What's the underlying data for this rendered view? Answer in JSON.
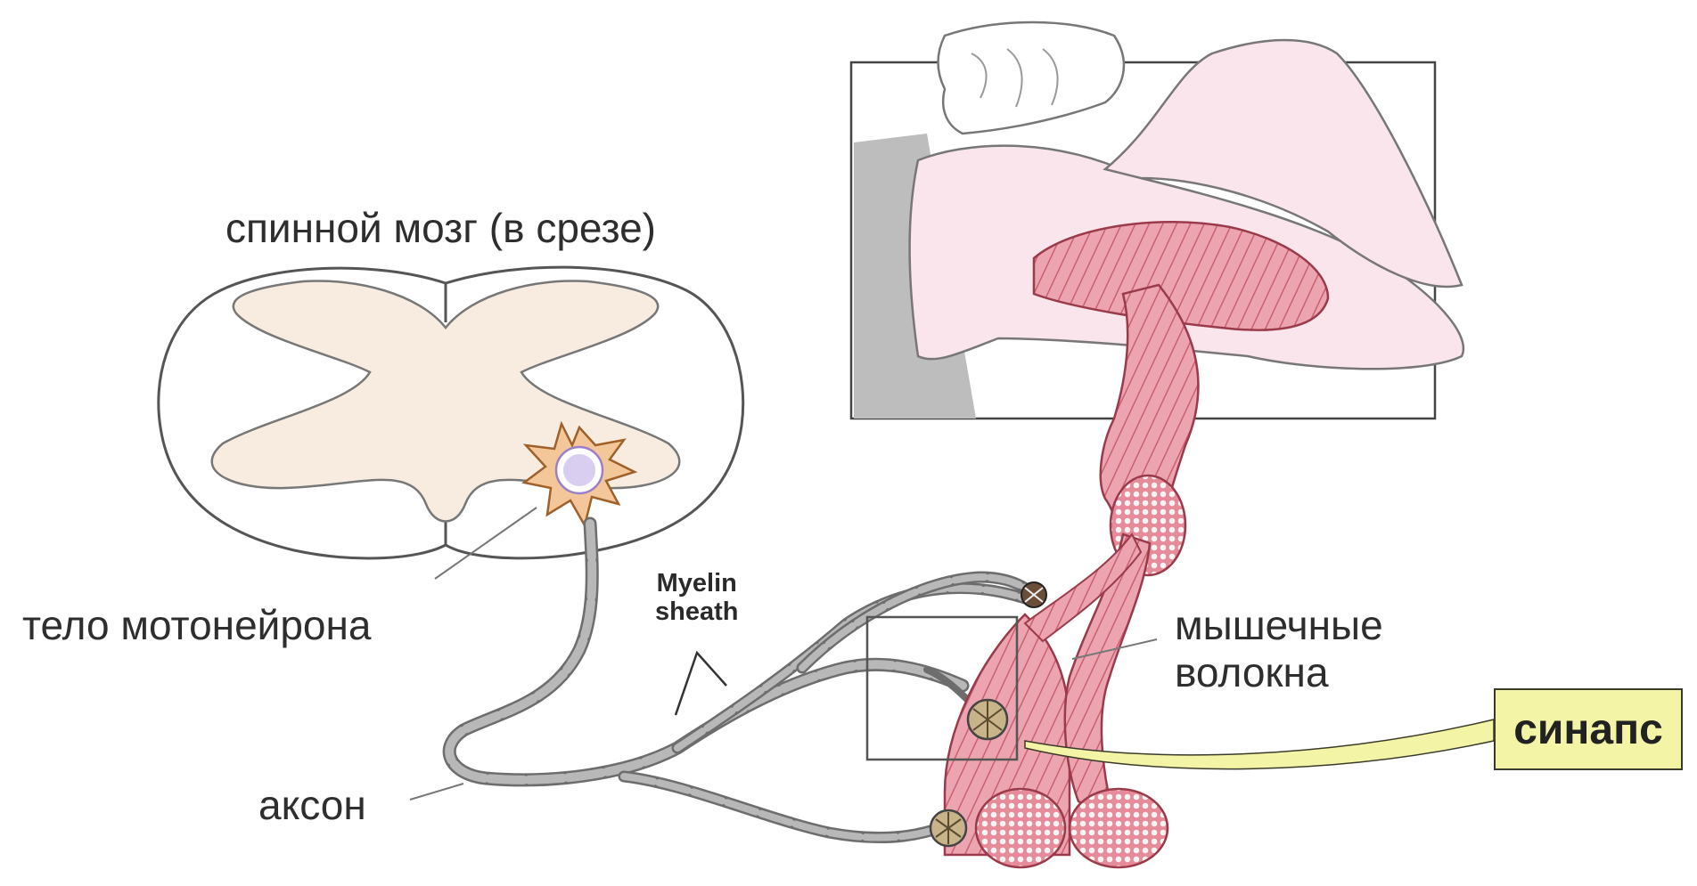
{
  "labels": {
    "spinal_cord": "спинной мозг (в срезе)",
    "motoneuron_body": "тело мотонейрона",
    "myelin_line1": "Myelin",
    "myelin_line2": "sheath",
    "muscle_fibers_line1": "мышечные",
    "muscle_fibers_line2": "волокна",
    "axon": "аксон",
    "synapse": "синапс"
  },
  "colors": {
    "gray_matter": "#f8ece0",
    "neuron_body": "#f3c79a",
    "nucleus": "#d9cdf0",
    "muscle": "#e79aa6",
    "muscle_dark": "#b5485a",
    "skin": "#fbe5ec",
    "axon": "#8a8a8a",
    "synapse_box": "#f4f4a6"
  }
}
